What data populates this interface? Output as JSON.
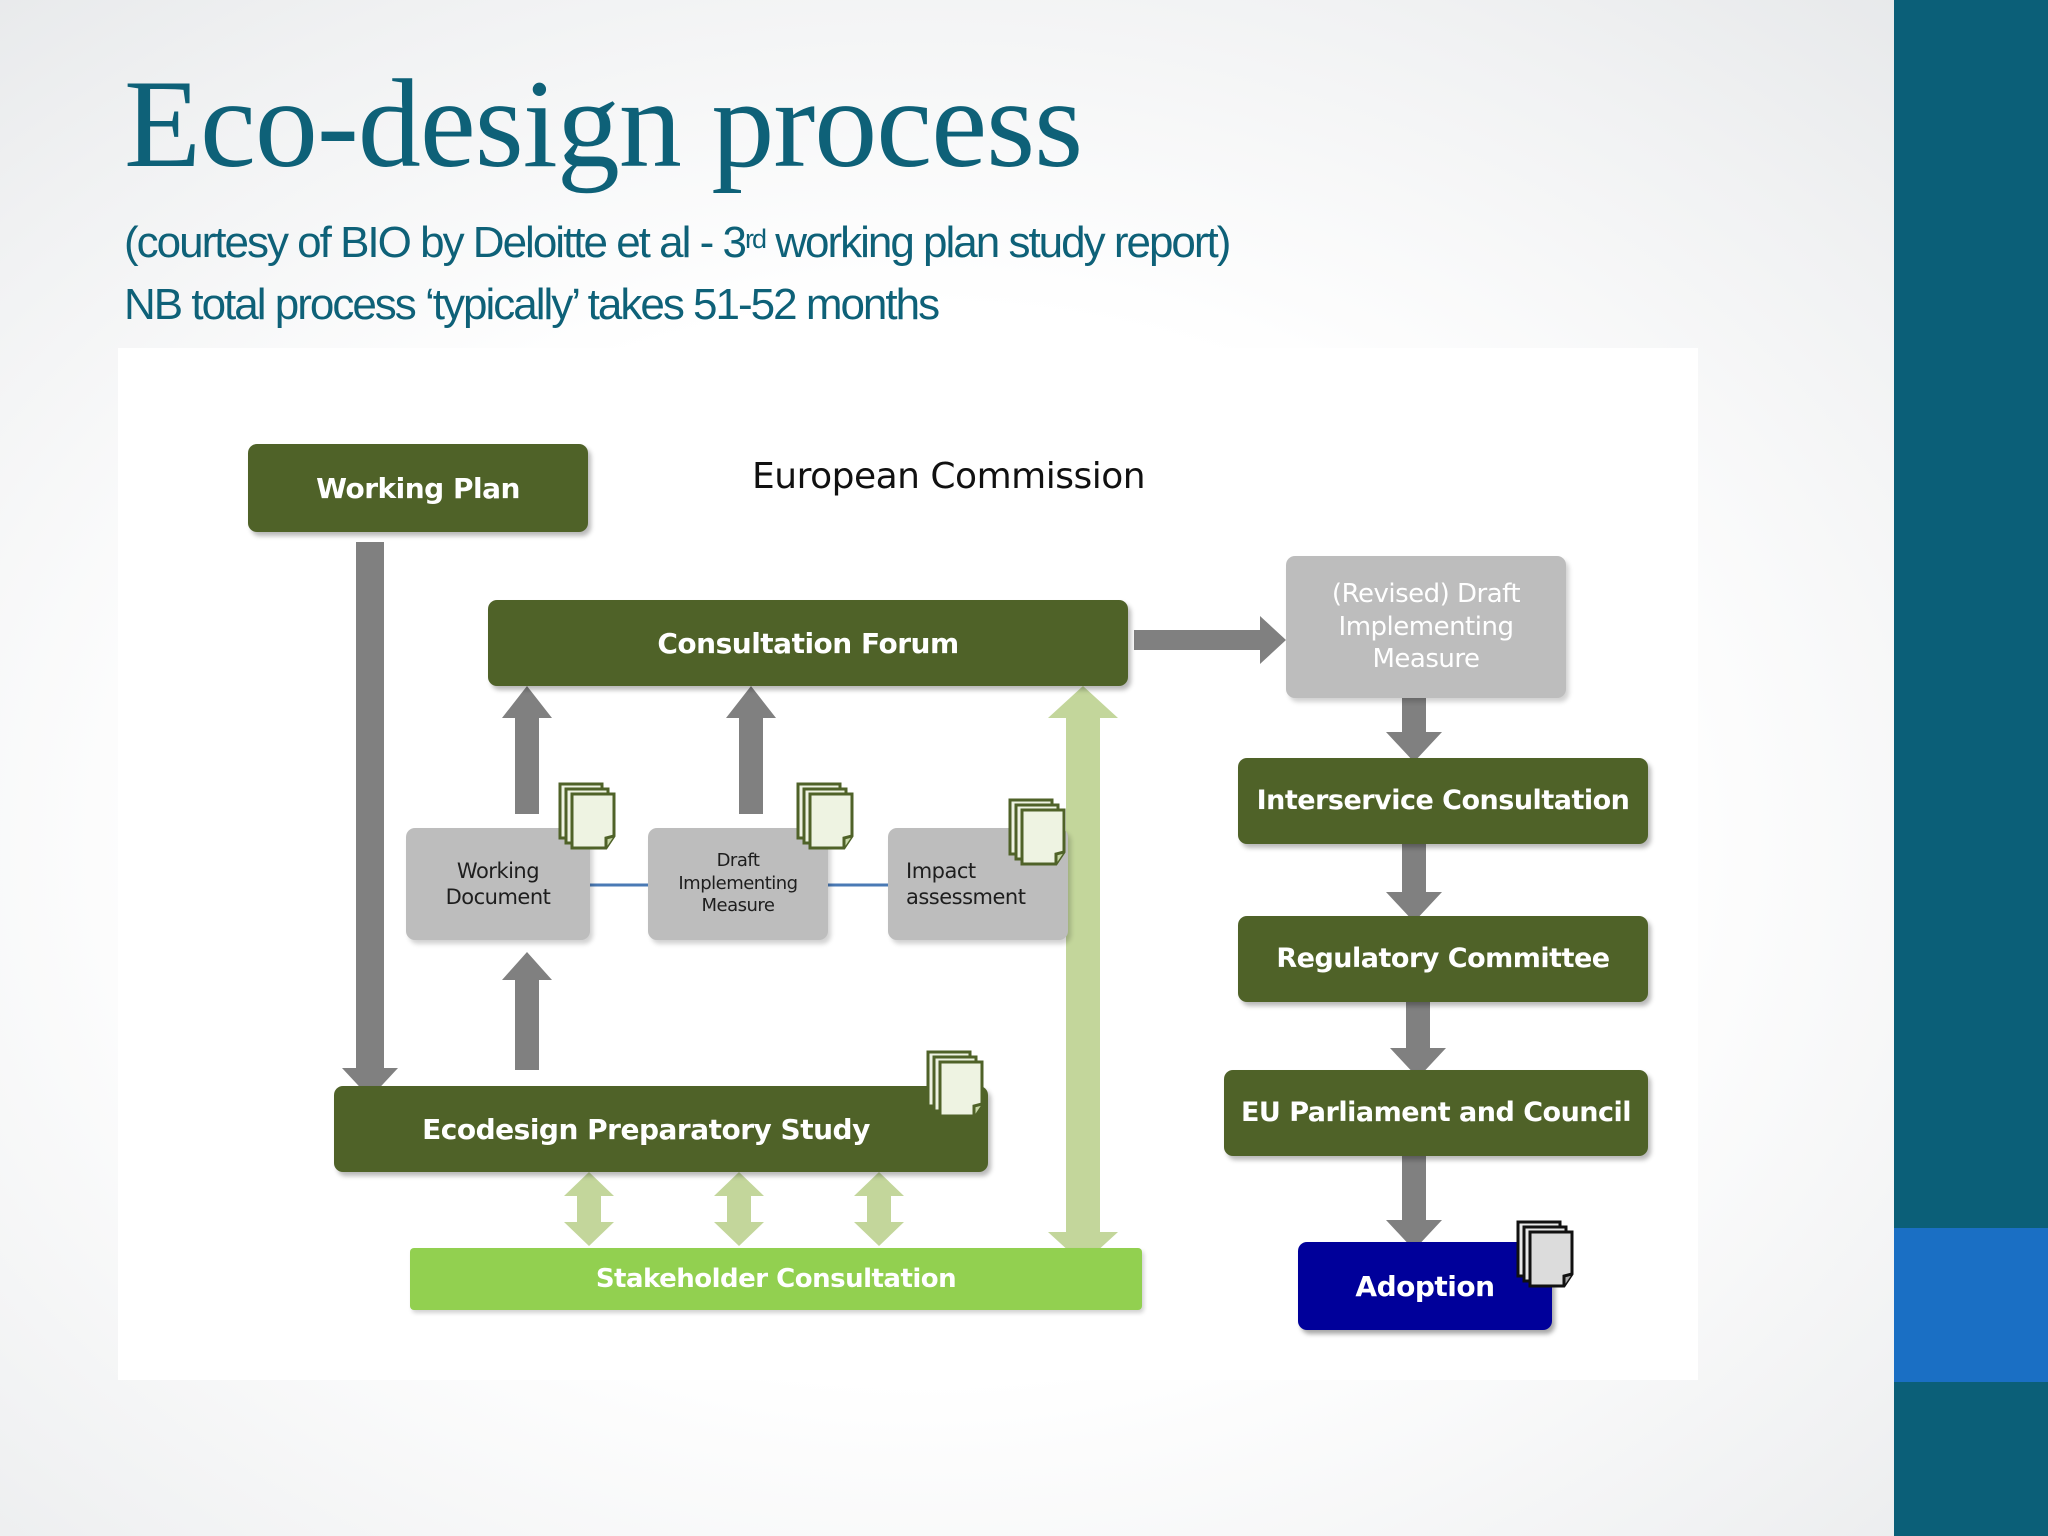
{
  "slide": {
    "title": "Eco-design process",
    "subtitle_line1_prefix": "(courtesy of BIO by Deloitte et al  - 3",
    "subtitle_line1_sup": "rd",
    "subtitle_line1_suffix": " working plan study report)",
    "subtitle_line2": "NB total process ‘typically’ takes 51-52 months"
  },
  "diagram": {
    "group_label": "European Commission",
    "nodes": {
      "working_plan": "Working Plan",
      "consultation_forum": "Consultation Forum",
      "working_document": "Working Document",
      "draft_measure": "Draft Implementing Measure",
      "impact_assessment": "Impact assessment",
      "preparatory_study": "Ecodesign Preparatory Study",
      "stakeholder_consultation": "Stakeholder Consultation",
      "revised_draft": "(Revised) Draft Implementing Measure",
      "interservice": "Interservice Consultation",
      "regulatory": "Regulatory Committee",
      "parliament": "EU Parliament and Council",
      "adoption": "Adoption"
    },
    "colors": {
      "dark_green": "#4f6228",
      "grey_box": "#bdbdbd",
      "light_green": "#92d050",
      "navy": "#00009a",
      "arrow_grey": "#808080",
      "arrow_light_green": "#c3d69b",
      "sidebar_teal": "#0b5f78",
      "sidebar_blue": "#1a6fc4"
    },
    "icons": [
      "document-stack-icon"
    ]
  }
}
